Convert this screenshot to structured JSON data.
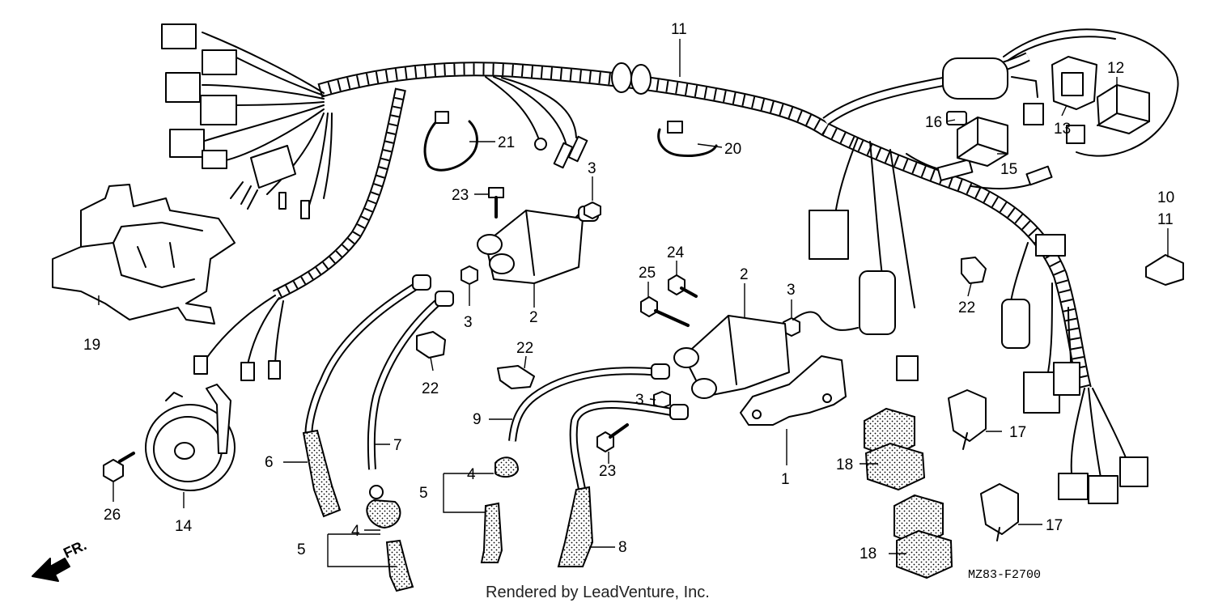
{
  "diagram": {
    "callouts": {
      "c1": "1",
      "c2a": "2",
      "c2b": "2",
      "c3a": "3",
      "c3b": "3",
      "c3c": "3",
      "c3d": "3",
      "c4a": "4",
      "c4b": "4",
      "c5a": "5",
      "c5b": "5",
      "c6": "6",
      "c7": "7",
      "c8": "8",
      "c9": "9",
      "c10": "10",
      "c11a": "11",
      "c11b": "11",
      "c12": "12",
      "c13": "13",
      "c14": "14",
      "c15": "15",
      "c16": "16",
      "c17a": "17",
      "c17b": "17",
      "c18a": "18",
      "c18b": "18",
      "c19": "19",
      "c20": "20",
      "c21": "21",
      "c22a": "22",
      "c22b": "22",
      "c22c": "22",
      "c23a": "23",
      "c23b": "23",
      "c24": "24",
      "c25": "25",
      "c26": "26"
    },
    "direction_label": "FR.",
    "diagram_code": "MZ83-F2700",
    "footer_text": "Rendered by LeadVenture, Inc."
  }
}
